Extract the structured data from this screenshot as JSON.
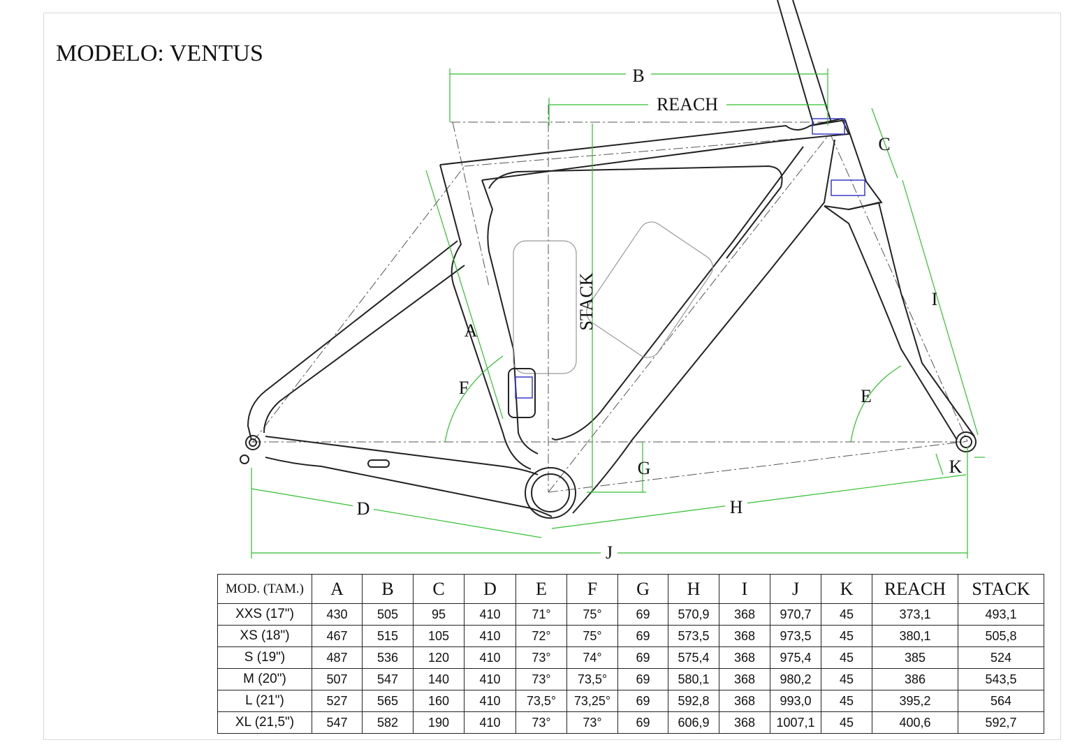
{
  "title": "MODELO: VENTUS",
  "dimension_labels": {
    "A": "A",
    "B": "B",
    "C": "C",
    "D": "D",
    "E": "E",
    "F": "F",
    "G": "G",
    "H": "H",
    "I": "I",
    "J": "J",
    "K": "K",
    "reach": "REACH",
    "stack": "STACK"
  },
  "colors": {
    "frame_line": "#222222",
    "dimension_line": "#2fbf2f",
    "headset": "#3a3acc",
    "centerline": "#555555"
  },
  "table": {
    "headers": [
      "MOD. (TAM.)",
      "A",
      "B",
      "C",
      "D",
      "E",
      "F",
      "G",
      "H",
      "I",
      "J",
      "K",
      "REACH",
      "STACK"
    ],
    "rows": [
      [
        "XXS (17\")",
        "430",
        "505",
        "95",
        "410",
        "71°",
        "75°",
        "69",
        "570,9",
        "368",
        "970,7",
        "45",
        "373,1",
        "493,1"
      ],
      [
        "XS (18\")",
        "467",
        "515",
        "105",
        "410",
        "72°",
        "75°",
        "69",
        "573,5",
        "368",
        "973,5",
        "45",
        "380,1",
        "505,8"
      ],
      [
        "S (19\")",
        "487",
        "536",
        "120",
        "410",
        "73°",
        "74°",
        "69",
        "575,4",
        "368",
        "975,4",
        "45",
        "385",
        "524"
      ],
      [
        "M (20\")",
        "507",
        "547",
        "140",
        "410",
        "73°",
        "73,5°",
        "69",
        "580,1",
        "368",
        "980,2",
        "45",
        "386",
        "543,5"
      ],
      [
        "L (21\")",
        "527",
        "565",
        "160",
        "410",
        "73,5°",
        "73,25°",
        "69",
        "592,8",
        "368",
        "993,0",
        "45",
        "395,2",
        "564"
      ],
      [
        "XL (21,5\")",
        "547",
        "582",
        "190",
        "410",
        "73°",
        "73°",
        "69",
        "606,9",
        "368",
        "1007,1",
        "45",
        "400,6",
        "592,7"
      ]
    ]
  }
}
